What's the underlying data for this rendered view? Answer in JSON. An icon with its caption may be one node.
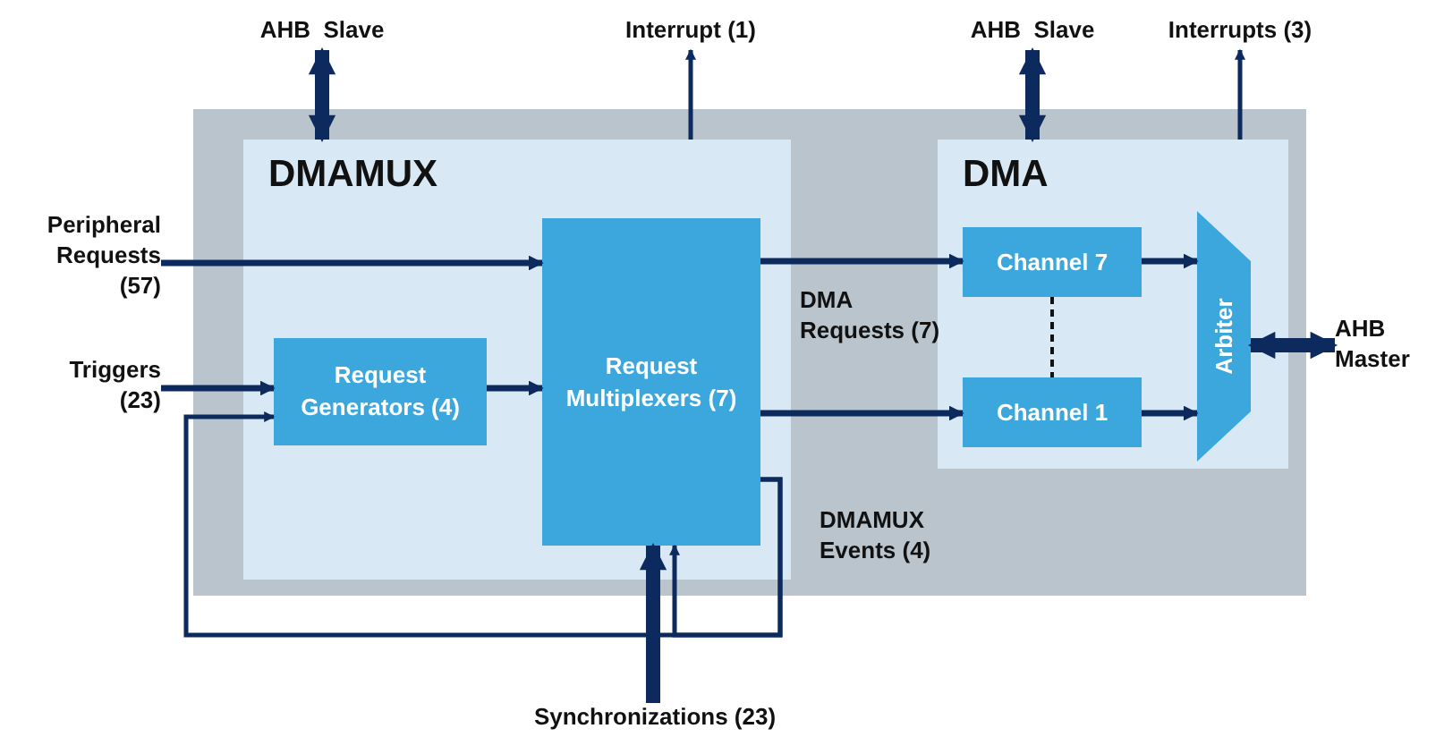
{
  "diagram": {
    "nodes": [
      {
        "text": [],
        "shape": "box"
      },
      {
        "text": [
          "DMAMUX"
        ],
        "in": 0
      },
      {
        "text": [
          "DMA"
        ],
        "in": 0
      },
      {
        "text": [
          "Request Generators (4)"
        ],
        "in": 1
      },
      {
        "text": [
          "Request Multiplexers (7)"
        ],
        "in": 1
      },
      {
        "text": [
          "Channel 7"
        ],
        "in": 2
      },
      {
        "text": [
          "Channel 1"
        ],
        "in": 2
      },
      {
        "text": [
          "Arbiter"
        ],
        "in": 2
      },
      {
        "text": [
          "AHB  Slave"
        ]
      },
      {
        "text": [
          "Interrupt (1)"
        ]
      },
      {
        "text": [
          "AHB  Slave"
        ]
      },
      {
        "text": [
          "Interrupts (3)"
        ]
      },
      {
        "text": [
          "Peripheral Requests (57)"
        ]
      },
      {
        "text": [
          "Triggers (23)"
        ]
      },
      {
        "text": [
          "AHB Master"
        ]
      },
      {
        "text": [
          "Synchronizations (23)"
        ]
      }
    ],
    "edges": [
      {
        "from": 8,
        "to": 1,
        "arrow": "both",
        "style": "thick"
      },
      {
        "from": 1,
        "to": 9,
        "arrow": "to"
      },
      {
        "from": 10,
        "to": 2,
        "arrow": "both",
        "style": "thick"
      },
      {
        "from": 2,
        "to": 11,
        "arrow": "to"
      },
      {
        "from": 12,
        "to": 4,
        "arrow": "to"
      },
      {
        "from": 13,
        "to": 3,
        "arrow": "to"
      },
      {
        "from": 3,
        "to": 4,
        "arrow": "to"
      },
      {
        "from": 4,
        "to": 5,
        "arrow": "to"
      },
      {
        "from": 4,
        "to": 6,
        "arrow": "to"
      },
      {
        "from": 5,
        "to": 7,
        "arrow": "to"
      },
      {
        "from": 6,
        "to": 7,
        "arrow": "to"
      },
      {
        "from": 7,
        "to": 14,
        "arrow": "both",
        "style": "thick"
      },
      {
        "from": 15,
        "to": 4,
        "arrow": "to",
        "style": "thick"
      },
      {
        "from": 4,
        "to": 3,
        "arrow": "to"
      },
      {
        "from": 4,
        "to": 4,
        "arrow": "to"
      },
      {
        "from": 5,
        "to": 6,
        "arrow": "none",
        "style": "dashed"
      }
    ],
    "labels": [
      "DMA Requests (7)",
      "DMAMUX Events (4)"
    ]
  }
}
